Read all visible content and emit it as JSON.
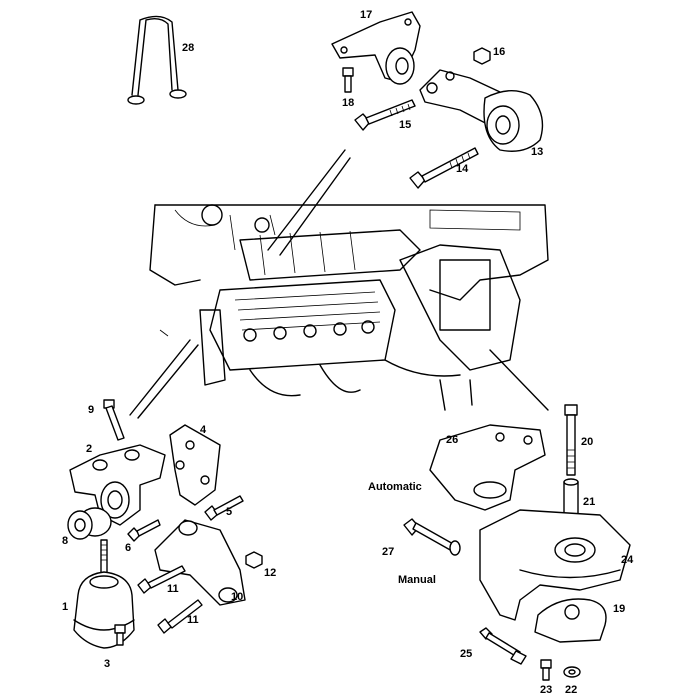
{
  "callouts": [
    {
      "id": "28",
      "text": "28"
    },
    {
      "id": "17",
      "text": "17"
    },
    {
      "id": "16",
      "text": "16"
    },
    {
      "id": "18",
      "text": "18"
    },
    {
      "id": "15",
      "text": "15"
    },
    {
      "id": "13",
      "text": "13"
    },
    {
      "id": "14",
      "text": "14"
    },
    {
      "id": "9",
      "text": "9"
    },
    {
      "id": "4",
      "text": "4"
    },
    {
      "id": "2",
      "text": "2"
    },
    {
      "id": "26",
      "text": "26"
    },
    {
      "id": "20",
      "text": "20"
    },
    {
      "id": "21",
      "text": "21"
    },
    {
      "id": "5",
      "text": "5"
    },
    {
      "id": "8",
      "text": "8"
    },
    {
      "id": "6",
      "text": "6"
    },
    {
      "id": "27",
      "text": "27"
    },
    {
      "id": "24",
      "text": "24"
    },
    {
      "id": "12",
      "text": "12"
    },
    {
      "id": "11a",
      "text": "11"
    },
    {
      "id": "10",
      "text": "10"
    },
    {
      "id": "19",
      "text": "19"
    },
    {
      "id": "1",
      "text": "1"
    },
    {
      "id": "11b",
      "text": "11"
    },
    {
      "id": "25",
      "text": "25"
    },
    {
      "id": "3",
      "text": "3"
    },
    {
      "id": "23",
      "text": "23"
    },
    {
      "id": "22",
      "text": "22"
    }
  ],
  "variants": {
    "automatic": "Automatic",
    "manual": "Manual"
  }
}
